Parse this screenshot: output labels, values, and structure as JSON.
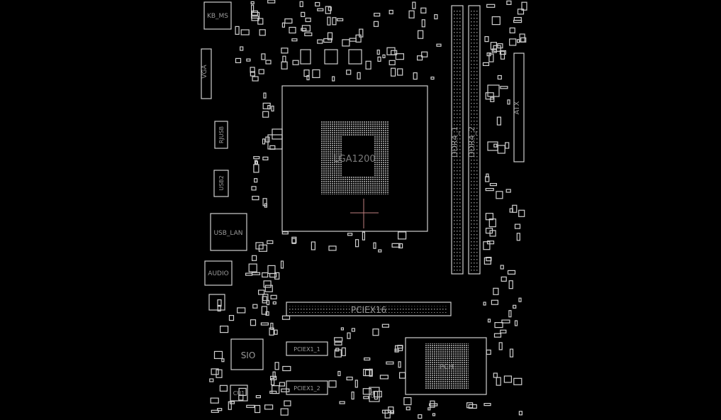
{
  "board": {
    "labels": {
      "kb_ms": "KB_MS",
      "vga": "VGA",
      "rjusb": "RJUSB",
      "usb2": "USB2",
      "usb_lan": "USB_LAN",
      "audio": "AUDIO",
      "cpu": "LGA1200",
      "ddr4_1": "DDR4_1",
      "ddr4_2": "DDR4_2",
      "atx": "ATX",
      "pciex16": "PCIEX16",
      "pciex1_1": "PCIEX1_1",
      "pciex1_2": "PCIEX1_2",
      "sio": "SIO",
      "cu1": "CU1",
      "q4": "Q4",
      "pch": "PCH"
    },
    "colors": {
      "background": "#000000",
      "outline": "#cfcfcf",
      "marker": "#c08080"
    }
  }
}
